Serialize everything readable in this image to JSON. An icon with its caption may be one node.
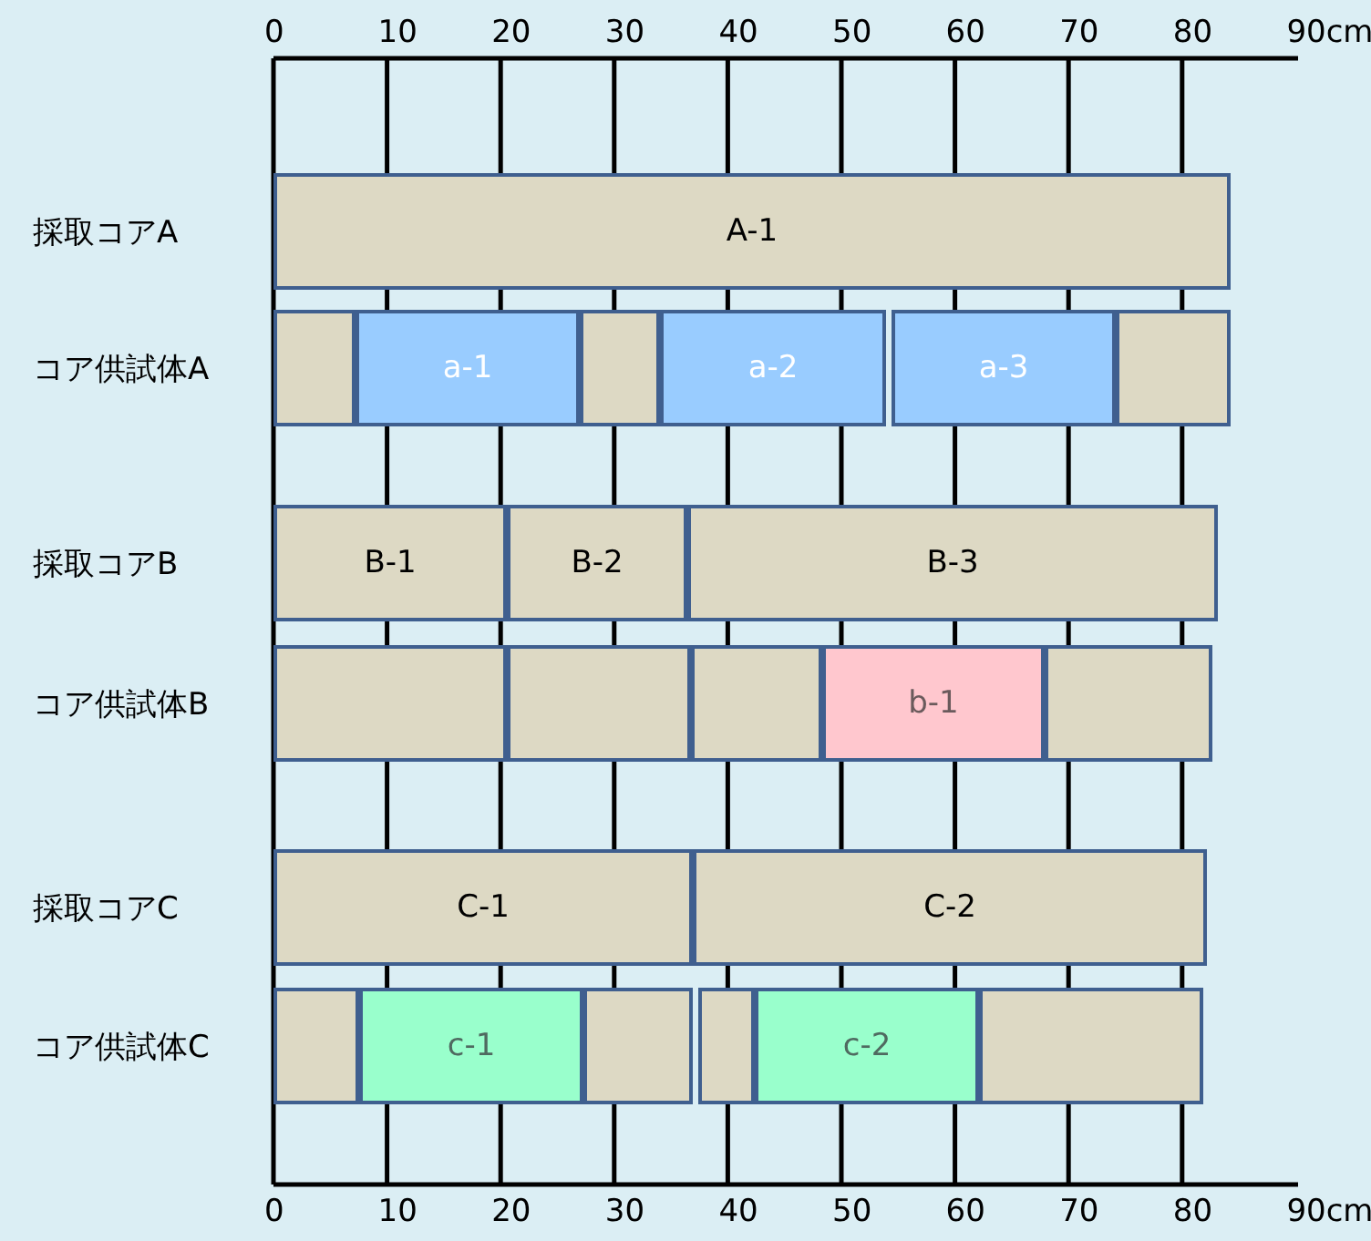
{
  "diagram": {
    "nodes": [
      {
        "text": [
          "A-1"
        ]
      },
      {
        "text": [],
        "shape": "box"
      },
      {
        "text": [
          "a-1"
        ]
      },
      {
        "text": [],
        "shape": "box"
      },
      {
        "text": [
          "a-2"
        ]
      },
      {
        "text": [
          "a-3"
        ]
      },
      {
        "text": [],
        "shape": "box"
      },
      {
        "text": [
          "B-1"
        ]
      },
      {
        "text": [
          "B-2"
        ]
      },
      {
        "text": [
          "B-3"
        ]
      },
      {
        "text": [],
        "shape": "box"
      },
      {
        "text": [],
        "shape": "box"
      },
      {
        "text": [],
        "shape": "box"
      },
      {
        "text": [
          "b-1"
        ]
      },
      {
        "text": [],
        "shape": "box"
      },
      {
        "text": [
          "C-1"
        ]
      },
      {
        "text": [
          "C-2"
        ]
      },
      {
        "text": [],
        "shape": "box"
      },
      {
        "text": [
          "c-1"
        ]
      },
      {
        "text": [],
        "shape": "box"
      },
      {
        "text": [],
        "shape": "box"
      },
      {
        "text": [
          "c-2"
        ]
      },
      {
        "text": [],
        "shape": "box"
      }
    ],
    "labels": [
      "0",
      "10",
      "20",
      "30",
      "40",
      "50",
      "60",
      "70",
      "80",
      "90cm",
      "採取コアA",
      "コア供試体A",
      "採取コアB",
      "コア供試体B",
      "採取コアC",
      "コア供試体C",
      "0",
      "10",
      "20",
      "30",
      "40",
      "50",
      "60",
      "70",
      "80",
      "90cm"
    ]
  }
}
